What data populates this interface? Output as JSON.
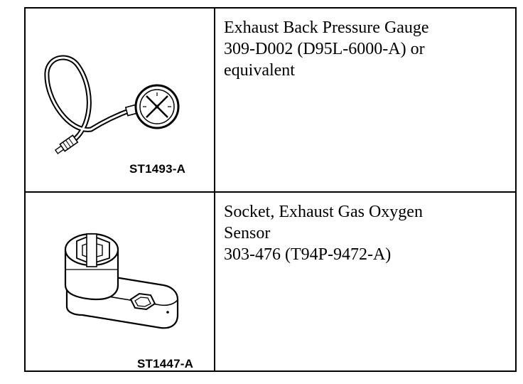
{
  "tools": [
    {
      "illustration_icon": "exhaust-back-pressure-gauge-icon",
      "figure_code": "ST1493-A",
      "description_lines": [
        "Exhaust Back Pressure Gauge",
        "309-D002 (D95L-6000-A) or",
        "equivalent"
      ]
    },
    {
      "illustration_icon": "oxygen-sensor-socket-icon",
      "figure_code": "ST1447-A",
      "description_lines": [
        "Socket, Exhaust Gas Oxygen",
        "Sensor",
        "303-476 (T94P-9472-A)"
      ]
    }
  ]
}
